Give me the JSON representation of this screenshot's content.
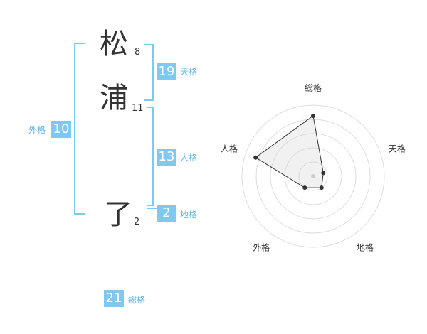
{
  "name": {
    "chars": [
      {
        "char": "松",
        "strokes": "8"
      },
      {
        "char": "浦",
        "strokes": "11"
      },
      {
        "char": "了",
        "strokes": "2"
      }
    ]
  },
  "fortune": {
    "tenkaku": {
      "value": "19",
      "label": "天格"
    },
    "jinkaku": {
      "value": "13",
      "label": "人格"
    },
    "chikaku": {
      "value": "2",
      "label": "地格"
    },
    "gaikaku": {
      "value": "10",
      "label": "外格"
    },
    "soukaku": {
      "value": "21",
      "label": "総格"
    }
  },
  "colors": {
    "accent": "#7ec8f4",
    "label": "#5bb3e8"
  },
  "chart_data": {
    "type": "radar",
    "axes": [
      "総格",
      "天格",
      "地格",
      "外格",
      "人格"
    ],
    "values": [
      0.85,
      0.15,
      0.2,
      0.2,
      0.85
    ],
    "rings": 5,
    "grid": true
  }
}
